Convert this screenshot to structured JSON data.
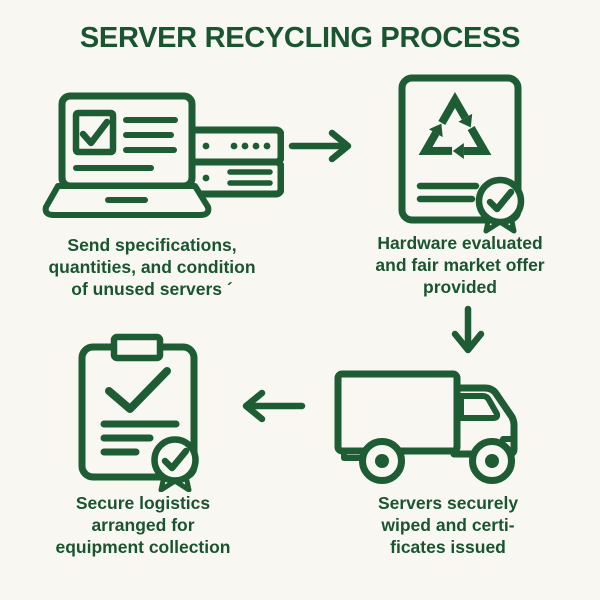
{
  "title": "SERVER RECYCLING PROCESS",
  "colors": {
    "accent_green": "#1e5c33",
    "text_green": "#1a5430",
    "background": "#f8f7f1"
  },
  "steps": [
    {
      "name": "send-specifications",
      "icon": "laptop-checklist-server-icon",
      "lines": [
        "Send specifications,",
        "quantities, and condition",
        "of unused servers ´"
      ]
    },
    {
      "name": "hardware-evaluated",
      "icon": "recycle-document-badge-icon",
      "lines": [
        "Hardware evaluated",
        "and fair market offer",
        "provided"
      ]
    },
    {
      "name": "servers-wiped",
      "icon": "delivery-truck-icon",
      "lines": [
        "Servers securely",
        "wiped and certi-",
        "ficates issued"
      ]
    },
    {
      "name": "secure-logistics",
      "icon": "clipboard-check-badge-icon",
      "lines": [
        "Secure logistics",
        "arranged for",
        "equipment collection"
      ]
    }
  ],
  "arrows": [
    {
      "icon": "arrow-right-icon"
    },
    {
      "icon": "arrow-down-icon"
    },
    {
      "icon": "arrow-left-icon"
    }
  ]
}
